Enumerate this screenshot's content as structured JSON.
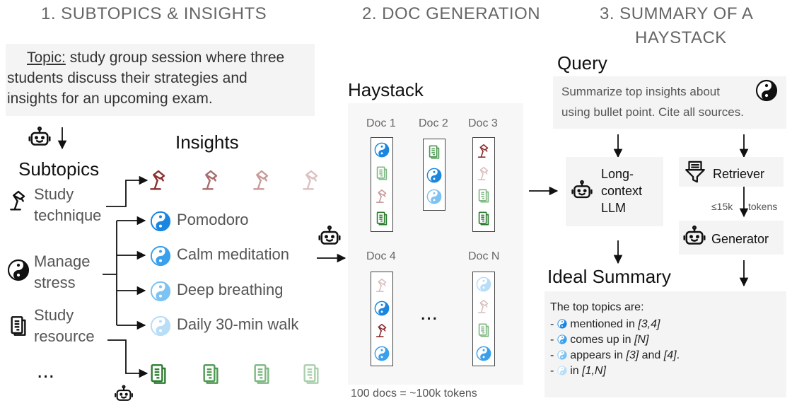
{
  "headers": {
    "step1": "1. SUBTOPICS & INSIGHTS",
    "step2": "2. DOC GENERATION",
    "step3_line1": "3. SUMMARY OF A",
    "step3_line2": "HAYSTACK"
  },
  "topic": {
    "label": "Topic:",
    "text_line1": " study group session where three",
    "text_line2": "students discuss their strategies and",
    "text_line3": "insights for an upcoming exam."
  },
  "subtopics": {
    "title": "Subtopics",
    "items": [
      {
        "line1": "Study",
        "line2": "technique",
        "icon": "desk-lamp-icon"
      },
      {
        "line1": "Manage",
        "line2": "stress",
        "icon": "yin-yang-icon"
      },
      {
        "line1": "Study",
        "line2": "resource",
        "icon": "document-icon"
      }
    ],
    "ellipsis": "..."
  },
  "insights": {
    "title": "Insights",
    "items": [
      "Pomodoro",
      "Calm meditation",
      "Deep breathing",
      "Daily 30-min walk"
    ]
  },
  "haystack": {
    "title": "Haystack",
    "docs": [
      "Doc 1",
      "Doc 2",
      "Doc 3",
      "Doc 4",
      "Doc N"
    ],
    "ellipsis": "...",
    "footer": "100 docs = ~100k tokens"
  },
  "query": {
    "title": "Query",
    "line1": "Summarize top insights about",
    "line2": "using bullet point. Cite all sources."
  },
  "pipelines": {
    "long_context_line1": "Long-",
    "long_context_line2": "context",
    "long_context_line3": "LLM",
    "retriever": "Retriever",
    "budget_prefix": "≤15k",
    "budget_suffix": "tokens",
    "generator": "Generator"
  },
  "summary": {
    "title": "Ideal Summary",
    "intro": "The top topics are:",
    "bullets": [
      {
        "dash": "-",
        "text": " mentioned in ",
        "cite": "[3,4]",
        "tail": "",
        "cite2": "",
        "end": ""
      },
      {
        "dash": "-",
        "text": " comes up in ",
        "cite": "[N]",
        "tail": "",
        "cite2": "",
        "end": ""
      },
      {
        "dash": "-",
        "text": " appears in ",
        "cite": "[3]",
        "tail": " and ",
        "cite2": "[4]",
        "end": "."
      },
      {
        "dash": "-",
        "text": " in ",
        "cite": "[1,N]",
        "tail": "",
        "cite2": "",
        "end": ""
      }
    ]
  },
  "colors": {
    "lamp": [
      "#8b2f2f",
      "#a86b6b",
      "#c89a9a",
      "#dcc0c0"
    ],
    "yin": [
      "#1a86e0",
      "#3aa0ec",
      "#7cc2f2",
      "#b8ddf7"
    ],
    "doc": [
      "#2e7d32",
      "#4e9a52",
      "#7fb883",
      "#a9d0ac"
    ]
  }
}
